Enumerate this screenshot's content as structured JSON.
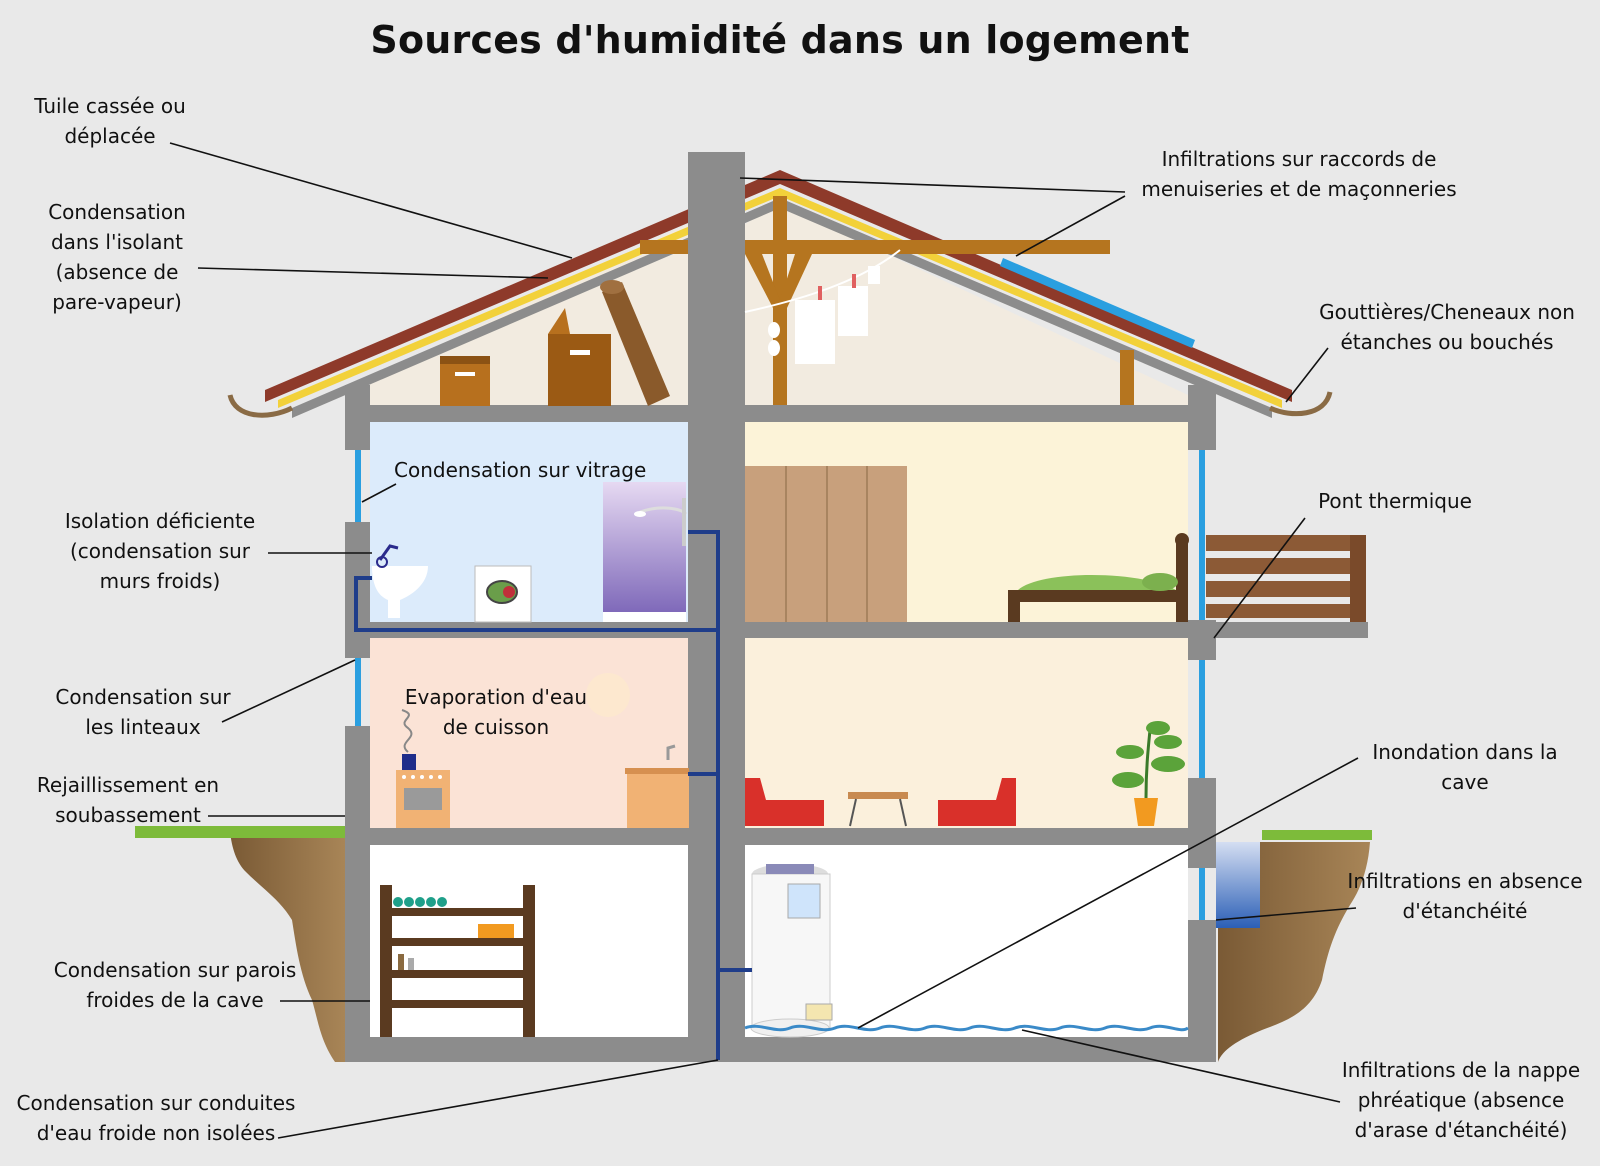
{
  "title": "Sources d'humidité dans un logement",
  "labels": {
    "tuile": [
      "Tuile cassée ou",
      "déplacée"
    ],
    "isolant": [
      "Condensation",
      "dans l'isolant",
      "(absence de",
      "pare-vapeur)"
    ],
    "vitrage": [
      "Condensation sur vitrage"
    ],
    "isolation": [
      "Isolation déficiente",
      "(condensation sur",
      "murs froids)"
    ],
    "linteaux": [
      "Condensation sur",
      "les linteaux"
    ],
    "cuisson": [
      "Evaporation d'eau",
      "de cuisson"
    ],
    "soubassement": [
      "Rejaillissement en",
      "soubassement"
    ],
    "parois": [
      "Condensation sur parois",
      "froides de la cave"
    ],
    "conduites": [
      "Condensation sur conduites",
      "d'eau froide non isolées"
    ],
    "raccords": [
      "Infiltrations sur raccords de",
      "menuiseries et de maçonneries"
    ],
    "gouttieres": [
      "Gouttières/Cheneaux non",
      "étanches ou bouchés"
    ],
    "pont": [
      "Pont thermique"
    ],
    "inondation": [
      "Inondation dans la",
      "cave"
    ],
    "etancheite": [
      "Infiltrations en absence",
      "d'étanchéité"
    ],
    "nappe": [
      "Infiltrations de la nappe",
      "phréatique (absence",
      "d'arase d'étanchéité)"
    ]
  },
  "colors": {
    "background": "#e9e9e9",
    "wall": "#8c8c8c",
    "roof_tiles": "#8e3a2a",
    "insulation": "#f2d13a",
    "bathroom": "#dcebfb",
    "kitchen": "#fbe3d6",
    "bedroom": "#fcf3d8",
    "living": "#fbf0dc",
    "attic": "#f2ebe0",
    "window_blue": "#2a9fe0",
    "pipe": "#1f3d8a",
    "grass": "#7dbb3a",
    "soil": "#8a6b45"
  }
}
